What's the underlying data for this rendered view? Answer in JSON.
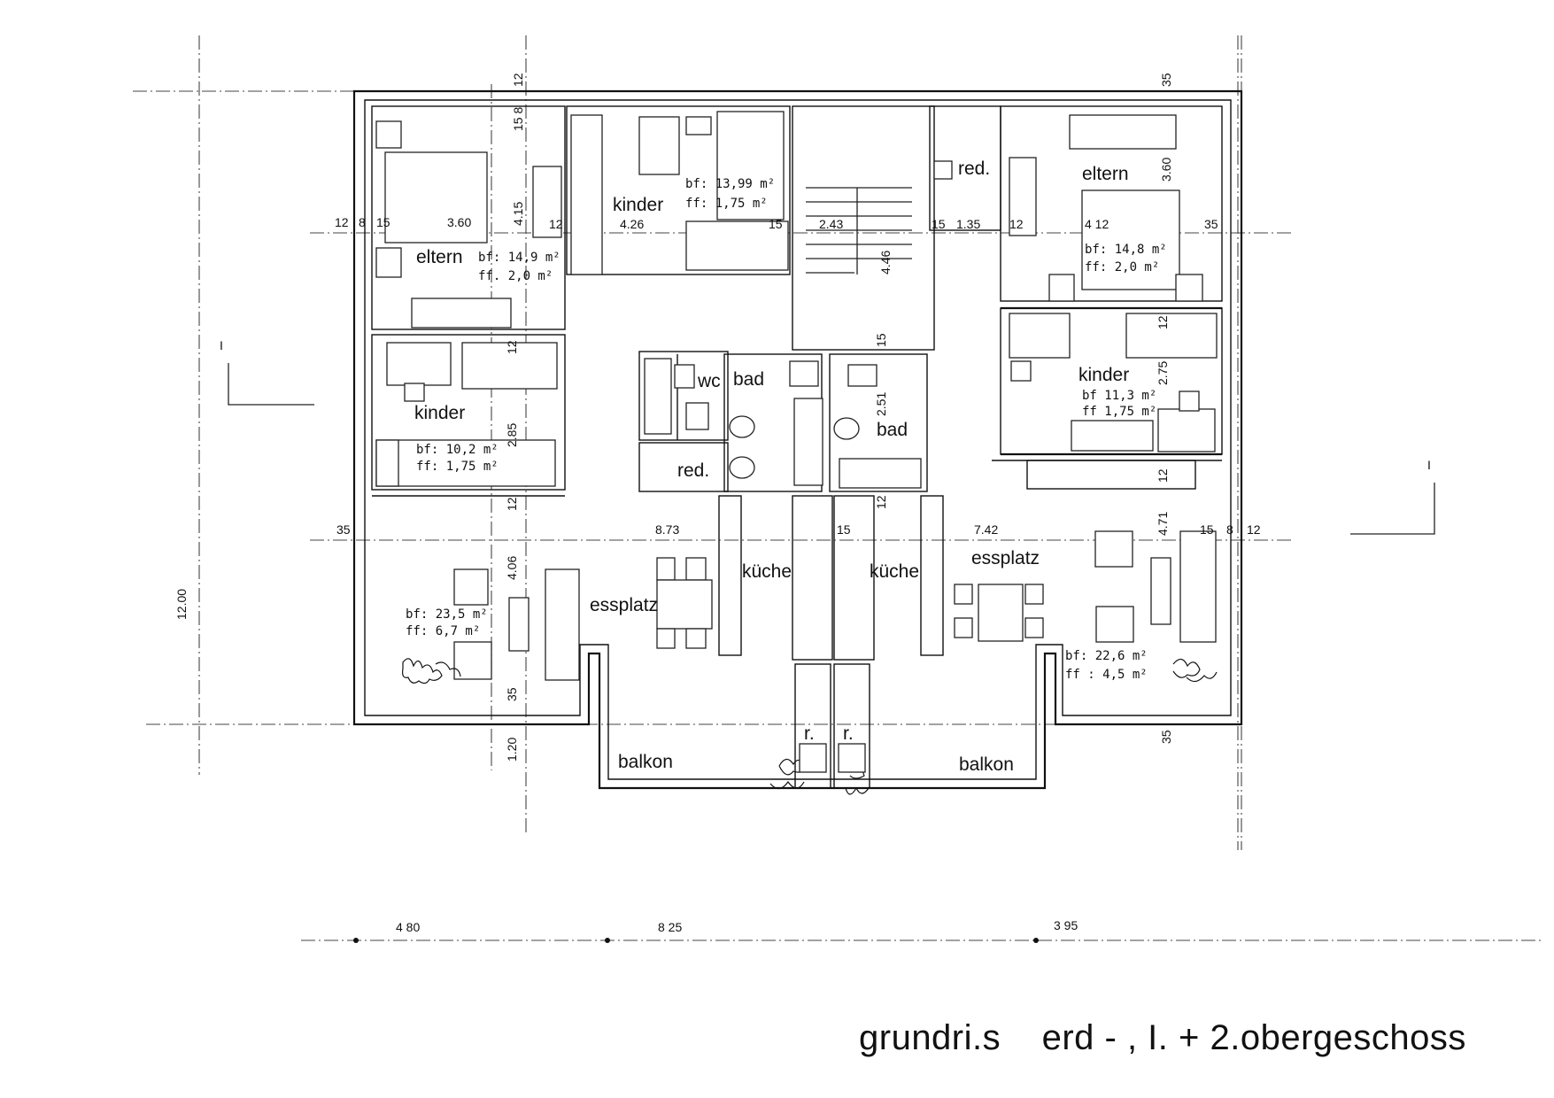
{
  "rooms": {
    "tl_eltern": "eltern",
    "tc_kinder": "kinder",
    "tr_red": "red.",
    "tr_eltern": "eltern",
    "ml_kinder": "kinder",
    "mr_kinder": "kinder",
    "wc": "wc",
    "bad_left": "bad",
    "bad_right": "bad",
    "red_mid": "red.",
    "kueche_left": "küche",
    "kueche_right": "küche",
    "essplatz_left": "essplatz",
    "essplatz_right": "essplatz",
    "r_left": "r.",
    "r_right": "r.",
    "balkon_left": "balkon",
    "balkon_right": "balkon"
  },
  "areas": {
    "tc_bf": "bf: 13,99 m²",
    "tc_ff": "ff: 1,75 m²",
    "tl_bf": "bf: 14,9 m²",
    "tl_ff": "ff. 2,0 m²",
    "tr_bf": "bf: 14,8 m²",
    "tr_ff": "ff: 2,0 m²",
    "ml_bf": "bf: 10,2 m²",
    "ml_ff": "ff: 1,75 m²",
    "mr_bf": "bf 11,3 m²",
    "mr_ff": "ff 1,75 m²",
    "ll_bf": "bf: 23,5 m²",
    "ll_ff": "ff: 6,7 m²",
    "lr_bf": "bf: 22,6 m²",
    "lr_ff": "ff : 4,5 m²"
  },
  "dims": {
    "top_12": "12",
    "top_15_8": "15 8",
    "top_35": "35",
    "d_4_15": "4.15",
    "d_3_60_r": "3.60",
    "row1_12": "12",
    "row1_8": "8",
    "row1_15": "15",
    "row1_3_60": "3.60",
    "row1_12b": "12",
    "row1_4_26": "4.26",
    "row1_15b": "15",
    "row1_2_43": "2.43",
    "row1_15c": "15",
    "row1_1_35": "1.35",
    "row1_12c": "12",
    "row1_4_12": "4 12",
    "row1_35": "35",
    "d_4_46": "4.46",
    "d_15_stair": "15",
    "d_12_l1": "12",
    "d_2_85": "2.85",
    "d_12_l2": "12",
    "d_2_51": "2.51",
    "d_12_c": "12",
    "d_12_r1": "12",
    "d_2_75": "2.75",
    "d_12_r2": "12",
    "row2_35": "35",
    "row2_8_73": "8.73",
    "row2_15": "15",
    "row2_7_42": "7.42",
    "row2_4_71": "4.71",
    "row2_15b": "15",
    "row2_8": "8",
    "row2_12": "12",
    "d_4_06": "4.06",
    "d_35_l": "35",
    "d_1_20": "1.20",
    "d_35_r": "35",
    "d_12_00": "12.00",
    "sec_left": "I",
    "sec_right": "I"
  },
  "bottom_axis": [
    "4 80",
    "8 25",
    "3 95"
  ],
  "title": "grundri.s    erd - , I. + 2.obergeschoss"
}
